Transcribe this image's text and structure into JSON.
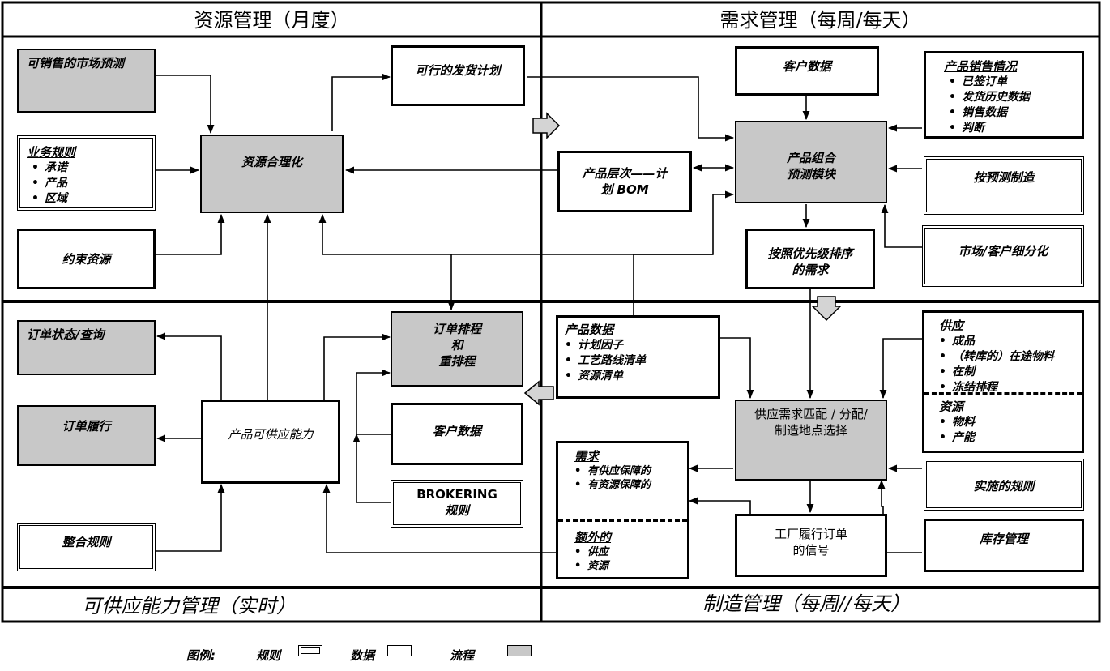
{
  "sections": {
    "top_left": "资源管理（月度）",
    "top_right": "需求管理（每周/每天）",
    "bottom_left": "可供应能力管理（实时）",
    "bottom_right": "制造管理（每周//每天）"
  },
  "boxes": {
    "market_forecast": "可销售的市场预测",
    "biz_rules": {
      "title": "业务规则",
      "items": [
        "承诺",
        "产品",
        "区域"
      ]
    },
    "constraint_resources": "约束资源",
    "resource_rationalization": "资源合理化",
    "feasible_shipping_plan": "可行的发货计划",
    "customer_data_top": "客户数据",
    "product_sales": {
      "title": "产品销售情况",
      "items": [
        "已签订单",
        "发货历史数据",
        "销售数据",
        "判断"
      ]
    },
    "product_hierarchy": {
      "line1": "产品层次——计",
      "line2": "划 BOM"
    },
    "product_mix_forecast": {
      "line1": "产品组合",
      "line2": "预测模块"
    },
    "make_to_forecast": "按预测制造",
    "prioritized_demand": {
      "line1": "按照优先级排序",
      "line2": "的需求"
    },
    "market_segmentation": "市场/客户细分化",
    "order_status": "订单状态/查询",
    "order_fulfillment": "订单履行",
    "product_availability": "产品可供应能力",
    "order_scheduling": {
      "line1": "订单排程",
      "line2": "和",
      "line3": "重排程"
    },
    "customer_data_bottom": "客户数据",
    "brokering": {
      "line1": "BROKERING",
      "line2": "规则"
    },
    "integration_rules": "整合规则",
    "product_data": {
      "title": "产品数据",
      "items": [
        "计划因子",
        "工艺路线清单",
        "资源清单"
      ]
    },
    "supply_demand_match": {
      "line1": "供应需求匹配 / 分配/",
      "line2": "制造地点选择"
    },
    "supply_resources": {
      "supply_title": "供应",
      "supply_items": [
        "成品",
        "（转库的）在途物料",
        "在制",
        "冻结排程"
      ],
      "resource_title": "资源",
      "resource_items": [
        "物料",
        "产能"
      ]
    },
    "implementation_rules": "实施的规则",
    "inventory_mgmt": "库存管理",
    "demand_extra": {
      "demand_title": "需求",
      "demand_items": [
        "有供应保障的",
        "有资源保障的"
      ],
      "extra_title": "额外的",
      "extra_items": [
        "供应",
        "资源"
      ]
    },
    "factory_signal": {
      "line1": "工厂履行订单",
      "line2": "的信号"
    }
  },
  "legend": {
    "label": "图例:",
    "rule": "规则",
    "data": "数据",
    "process": "流程"
  },
  "colors": {
    "process_fill": "#c8c8c8",
    "line": "#000000"
  }
}
